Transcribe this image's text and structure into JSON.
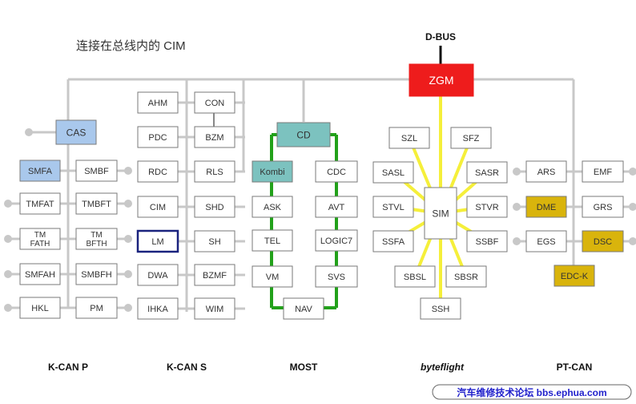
{
  "title": "连接在总线内的 CIM",
  "top_bus": "D-BUS",
  "zgm": {
    "label": "ZGM",
    "color": "#ee1c1c"
  },
  "colors": {
    "wire": "#c8c8c8",
    "most_ring": "#22a11a",
    "byteflight_rays": "#f5ef3a",
    "highlight_blue": "#a9c8ec",
    "highlight_teal": "#7cc2bf",
    "highlight_gold": "#d9b40c",
    "lm_border": "#1a237e"
  },
  "columns": {
    "kcan_p": "K-CAN P",
    "kcan_s": "K-CAN S",
    "most": "MOST",
    "byteflight": "byteflight",
    "ptcan": "PT-CAN"
  },
  "kcan_p": {
    "cas": "CAS",
    "left": [
      "SMFA",
      "TMFAT",
      "TM\nFATH",
      "SMFAH",
      "HKL"
    ],
    "right": [
      "SMBF",
      "TMBFT",
      "TM\nBFTH",
      "SMBFH",
      "PM"
    ]
  },
  "kcan_s": {
    "left": [
      "AHM",
      "PDC",
      "RDC",
      "CIM",
      "LM",
      "DWA",
      "IHKA"
    ],
    "right": [
      "CON",
      "BZM",
      "RLS",
      "SHD",
      "SH",
      "BZMF",
      "WIM"
    ]
  },
  "most": {
    "cd": "CD",
    "left": [
      "Kombi",
      "ASK",
      "TEL",
      "VM"
    ],
    "right": [
      "CDC",
      "AVT",
      "LOGIC7",
      "SVS"
    ],
    "bottom": "NAV"
  },
  "byteflight": {
    "center": "SIM",
    "nodes": [
      "SZL",
      "SFZ",
      "SASL",
      "SASR",
      "STVL",
      "STVR",
      "SSFA",
      "SSBF",
      "SBSL",
      "SBSR",
      "SSH"
    ]
  },
  "ptcan": {
    "left": [
      "ARS",
      "DME",
      "EGS"
    ],
    "right": [
      "EMF",
      "GRS",
      "DSC"
    ],
    "bottom": "EDC-K"
  },
  "watermark": "汽车维修技术论坛 bbs.ephua.com"
}
